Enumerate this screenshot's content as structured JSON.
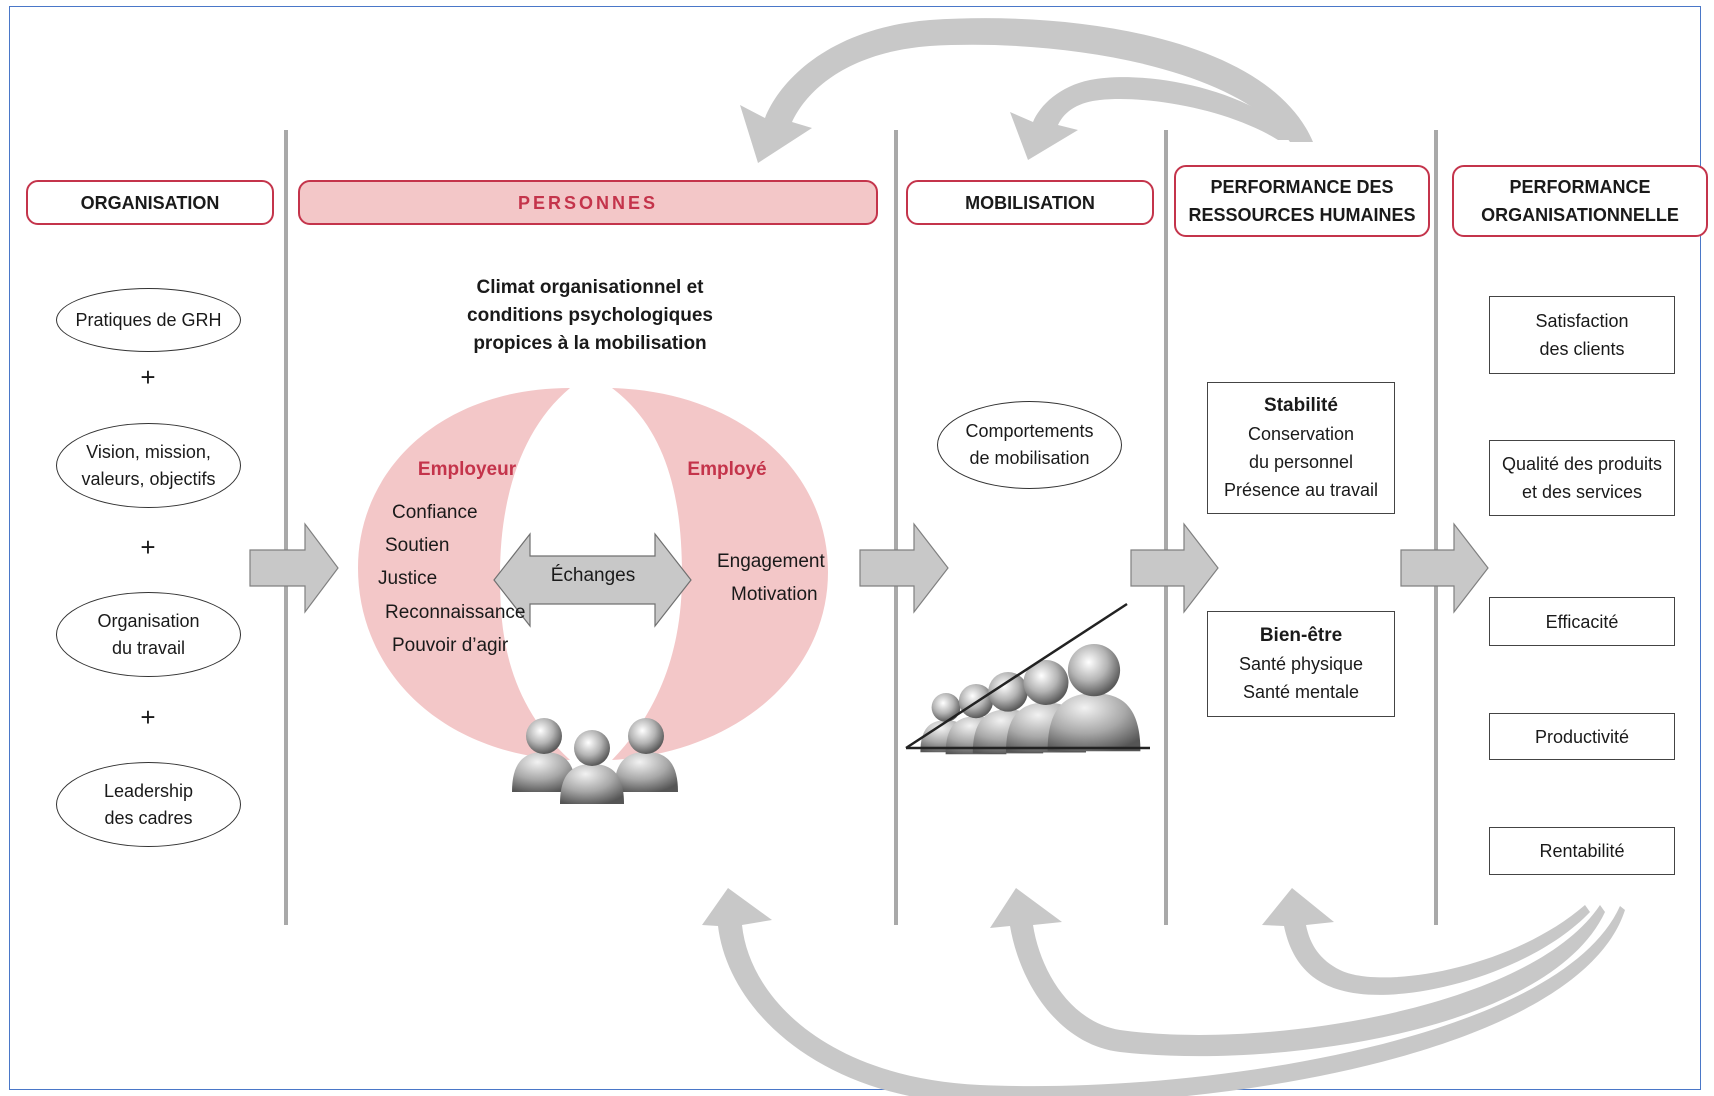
{
  "headers": {
    "organisation": "ORGANISATION",
    "personnes": "PERSONNES",
    "mobilisation": "MOBILISATION",
    "perf_rh_line1": "PERFORMANCE DES",
    "perf_rh_line2": "RESSOURCES HUMAINES",
    "perf_org_line1": "PERFORMANCE",
    "perf_org_line2": "ORGANISATIONNELLE"
  },
  "organisation": {
    "items": [
      "Pratiques de GRH",
      "Vision, mission,\nvaleurs, objectifs",
      "Organisation\ndu travail",
      "Leadership\ndes cadres"
    ],
    "plus": "+"
  },
  "personnes": {
    "climat_line1": "Climat organisationnel et",
    "climat_line2": "conditions psychologiques",
    "climat_line3": "propices à la mobilisation",
    "employeur": "Employeur",
    "employe": "Employé",
    "employeur_items": [
      "Confiance",
      "Soutien",
      "Justice",
      "Reconnaissance",
      "Pouvoir d’agir"
    ],
    "employe_items": [
      "Engagement",
      "Motivation"
    ],
    "echanges": "Échanges"
  },
  "mobilisation": {
    "comportements": "Comportements\nde mobilisation"
  },
  "perf_rh": {
    "stabilite_title": "Stabilité",
    "stabilite_items": "Conservation\ndu personnel\nPrésence au travail",
    "bienetre_title": "Bien-être",
    "bienetre_items": "Santé physique\nSanté mentale"
  },
  "perf_org": {
    "items": [
      "Satisfaction\ndes clients",
      "Qualité des produits\net des services",
      "Efficacité",
      "Productivité",
      "Rentabilité"
    ]
  },
  "colors": {
    "accent_red": "#c4344b",
    "pink_fill": "#f3c7c8",
    "arrow_gray": "#c8c8c8"
  }
}
